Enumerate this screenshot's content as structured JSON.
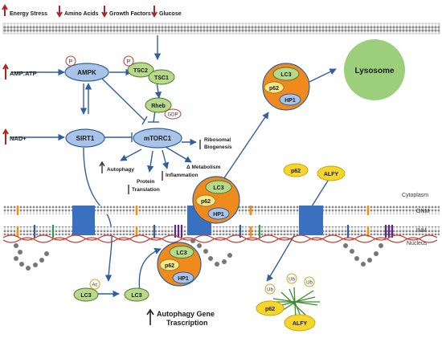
{
  "stimuli": [
    "Energy Stress",
    "Amino Acids",
    "Growth Factors",
    "Glucose"
  ],
  "inputs": {
    "amp_atp": "AMP:ATP",
    "nad": "NAD+"
  },
  "nodes": {
    "ampk": "AMPK",
    "sirt1": "SIRT1",
    "tsc2": "TSC2",
    "tsc1": "TSC1",
    "rheb": "Rheb",
    "gdp": "GDP",
    "mtorc1": "mTORC1",
    "p": "P",
    "lc3": "LC3",
    "p62": "p62",
    "hp1": "HP1",
    "ac": "Ac",
    "alfy": "ALFY",
    "ub": "Ub",
    "lysosome": "Lysosome"
  },
  "outputs": {
    "ribosomal_1": "Ribosomal",
    "ribosomal_2": "Biogenesis",
    "metabolism": "Δ Metabolism",
    "autophagy": "Autophagy",
    "inflammation": "Inflammation",
    "protein_1": "Protein",
    "protein_2": "Translation",
    "gene_1": "Autophagy Gene",
    "gene_2": "Trascription"
  },
  "membrane_labels": {
    "cytoplasm": "Cytoplasm",
    "onm": "ONM",
    "inm": "INM",
    "nucleus": "Nucleus"
  },
  "colors": {
    "node_blue": "#a9c4e8",
    "node_green": "#b7d98b",
    "orange": "#f08a1c",
    "lysosome": "#9bcf7c",
    "arrow": "#2f5f9e",
    "alfy_yellow": "#f6d62e",
    "up_arrow": "#b22222",
    "membrane_blue": "#3a70c0",
    "chromatin": "#c0392b"
  }
}
